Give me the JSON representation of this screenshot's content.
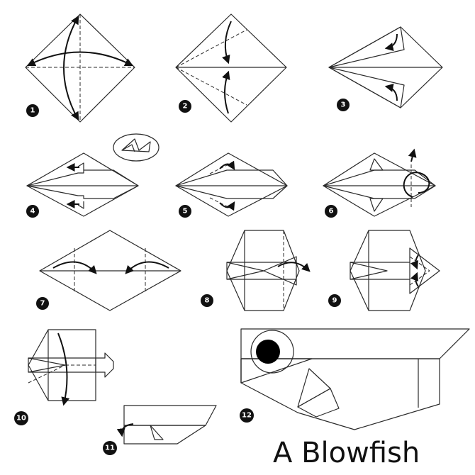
{
  "title": "A Blowfish",
  "steps": [
    {
      "label": "1"
    },
    {
      "label": "2"
    },
    {
      "label": "3"
    },
    {
      "label": "4"
    },
    {
      "label": "5"
    },
    {
      "label": "6"
    },
    {
      "label": "7"
    },
    {
      "label": "8"
    },
    {
      "label": "9"
    },
    {
      "label": "10"
    },
    {
      "label": "11"
    },
    {
      "label": "12"
    }
  ],
  "colors": {
    "paper_blue": "#72d4e4",
    "paper_white": "#ffffff",
    "line": "#2a2a2a",
    "badge": "#111111"
  }
}
